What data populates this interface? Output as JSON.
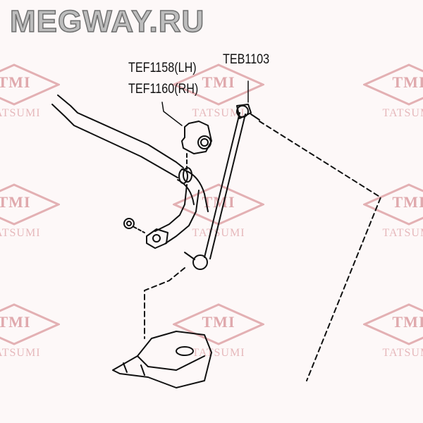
{
  "brand": "MEGWAY.RU",
  "watermark": {
    "logo": "TMI",
    "name": "TATSUMI",
    "color": "#e0a9ad"
  },
  "labels": {
    "bushing_lh": "TEF1158(LH)",
    "bushing_rh": "TEF1160(RH)",
    "link": "TEB1103"
  }
}
